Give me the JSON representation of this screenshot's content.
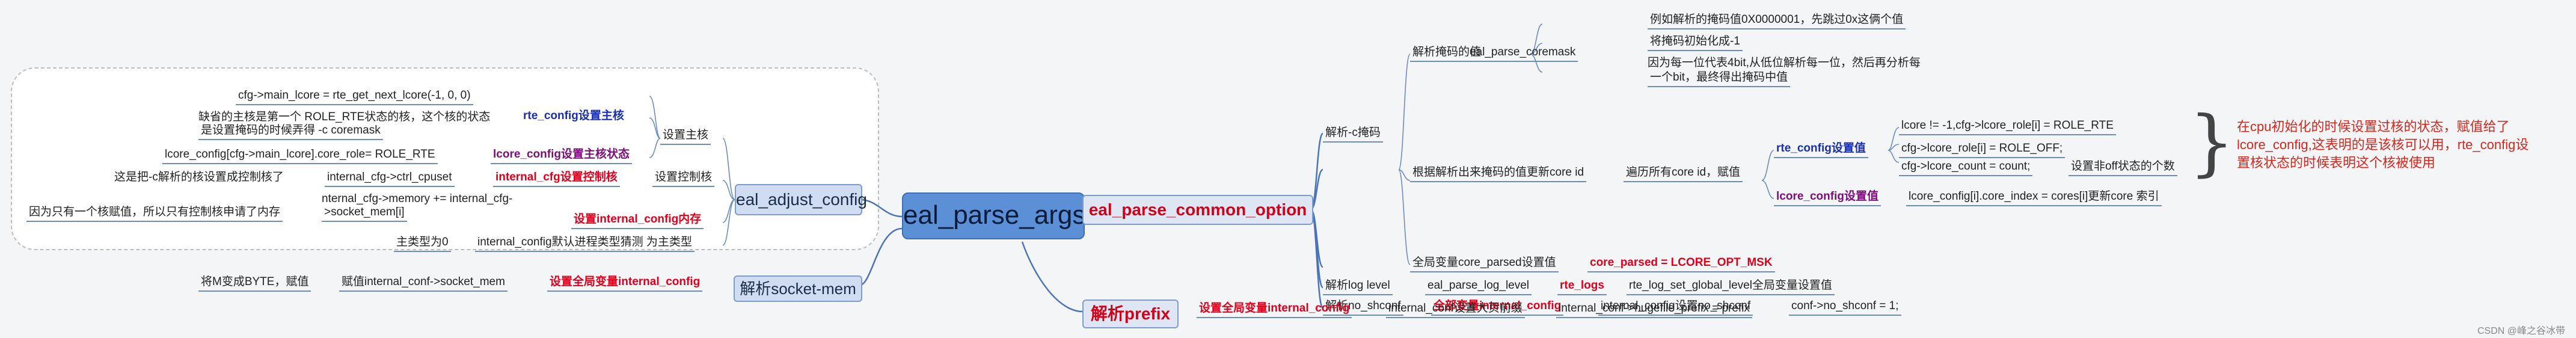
{
  "center": "eal_parse_args",
  "branches": {
    "common_option": "eal_parse_common_option",
    "adjust_config": "eal_adjust_config",
    "socket_mem": "解析socket-mem",
    "prefix": "解析prefix"
  },
  "common": {
    "coremask_label": "解析-c掩码",
    "parse_mask_val": "解析掩码的值",
    "coremask_func": "eal_parse_coremask",
    "mask_notes": [
      "例如解析的掩码值0X0000001，先跳过0x这俩个值",
      "将掩码初始化成-1",
      "因为每一位代表4bit,从低位解析每一位，然后再分析每",
      "一个bit，最终得出掩码中值"
    ],
    "set_core_id": "根据解析出来掩码的值更新core id",
    "iterate": "遍历所有core id，赋值",
    "rte_config_set": "rte_config设置值",
    "lcore_set": "lcore_config设置值",
    "rte_lines": [
      "lcore != -1,cfg->lcore_role[i] = ROLE_RTE",
      "cfg->lcore_role[i] = ROLE_OFF;",
      "cfg->lcore_count = count;",
      "设置非off状态的个数"
    ],
    "lcore_line": "lcore_config[i].core_index = cores[i]更新core 索引",
    "global_core": "全局变量core_parsed设置值",
    "core_parsed": "core_parsed = LCORE_OPT_MSK",
    "log_level": "解析log level",
    "log_func": "eal_parse_log_level",
    "rte_logs": "rte_logs",
    "log_set": "rte_log_set_global_level全局变量设置值",
    "no_shconf": "解析no_shconf",
    "global_internal": "全部变量internal_config",
    "internal_no_shconf": "internal_config设置no_shconf",
    "conf_no_shconf": "conf->no_shconf = 1;"
  },
  "note": "在cpu初始化的时候设置过核的状态，赋值给了lcore_config,这表明的是该核可以用，rte_config设置核状态的时候表明这个核被使用",
  "adjust": {
    "main_lcore": "cfg->main_lcore = rte_get_next_lcore(-1, 0, 0)",
    "default_main_1": "缺省的主核是第一个 ROLE_RTE状态的核，这个核的状态",
    "default_main_2": "是设置掩码的时候弄得 -c coremask",
    "rte_main": "rte_config设置主核",
    "set_main": "设置主核",
    "lcore_role": "lcore_config[cfg->main_lcore].core_role= ROLE_RTE",
    "lcore_main": "lcore_config设置主核状态",
    "ctrl_note": "这是把-c解析的核设置成控制核了",
    "ctrl_cpuset": "internal_cfg->ctrl_cpuset",
    "internal_ctrl": "internal_cfg设置控制核",
    "set_ctrl": "设置控制核",
    "memory_1": "nternal_cfg->memory += internal_cfg-",
    "memory_2": ">socket_mem[i]",
    "one_core": "因为只有一个核赋值，所以只有控制核申请了内存",
    "internal_mem": "设置internal_config内存",
    "main_type": "主类型为0",
    "default_type": "internal_config默认进程类型猜测 为主类型"
  },
  "socket": {
    "mb": "将M变成BYTE，赋值",
    "assign": "赋值internal_conf->socket_mem",
    "set_global": "设置全局变量internal_config"
  },
  "prefix": {
    "set_global": "设置全局变量internal_config",
    "big_page": "internal_conf设置大页前缀",
    "assign": "internal_conf->hugefile_prefix = prefix"
  },
  "watermark": "CSDN @峰之谷冰带",
  "colors": {
    "link": "#4b74b8",
    "center_fill": "#5b8fd6",
    "node_fill": "#cfdcf1",
    "red": "#e0001b",
    "blue": "#1a2fb0"
  }
}
